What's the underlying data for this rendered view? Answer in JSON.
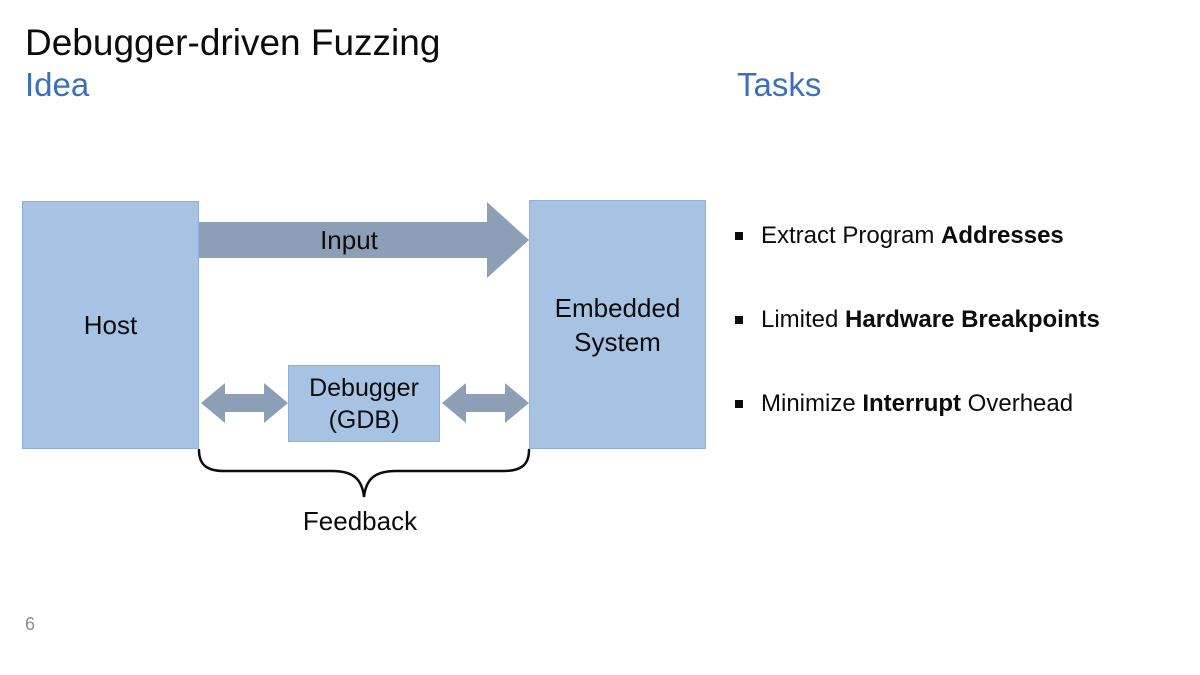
{
  "slide": {
    "title": "Debugger-driven Fuzzing",
    "subtitle_left": "Idea",
    "subtitle_right": "Tasks",
    "page_number": "6"
  },
  "diagram": {
    "host_label": "Host",
    "embedded_line1": "Embedded",
    "embedded_line2": "System",
    "debugger_line1": "Debugger",
    "debugger_line2": "(GDB)",
    "input_label": "Input",
    "feedback_label": "Feedback",
    "icons": {
      "input_arrow": "right-block-arrow",
      "host_debugger_link": "left-right-block-arrow",
      "debugger_embedded_link": "left-right-block-arrow",
      "feedback_brace": "curly-underbrace"
    }
  },
  "tasks": {
    "items": [
      {
        "pre": "Extract Program ",
        "bold": "Addresses",
        "post": ""
      },
      {
        "pre": "Limited ",
        "bold": "Hardware Breakpoints",
        "post": ""
      },
      {
        "pre": "Minimize ",
        "bold": "Interrupt",
        "post": " Overhead"
      }
    ]
  },
  "colors": {
    "accent_blue": "#3D6FB8",
    "box_fill": "#A7C3E4",
    "box_border": "#8FB0D8",
    "arrow_fill": "#8C9FB6",
    "ink": "#0C0C0C",
    "muted_gray": "#8A8F94"
  }
}
